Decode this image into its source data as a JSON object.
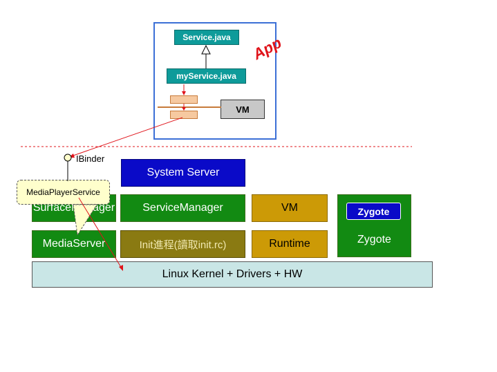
{
  "app_panel": {
    "label": "App",
    "service_java": "Service.java",
    "my_service_java": "myService.java",
    "vm": "VM"
  },
  "ibinder_label": "IBinder",
  "callout_label": "MediaPlayerService",
  "layers": {
    "system_server": "System Server",
    "surface_manager": "SurfaceManager",
    "service_manager": "ServiceManager",
    "vm": "VM",
    "zygote_badge": "Zygote",
    "zygote": "Zygote",
    "media_server": "MediaServer",
    "init_process": "Init進程(讀取init.rc)",
    "runtime": "Runtime",
    "kernel": "Linux Kernel + Drivers + HW"
  },
  "colors": {
    "app_border": "#3b6fd6",
    "uml_box": "#0e9b9a",
    "stub": "#f6c9a0",
    "layer_green": "#128a12",
    "layer_gold": "#cc9a06",
    "layer_blue": "#0a0ac8",
    "kernel": "#c9e6e6",
    "callout": "#ffffcc",
    "arrow_red": "#e0141b"
  }
}
